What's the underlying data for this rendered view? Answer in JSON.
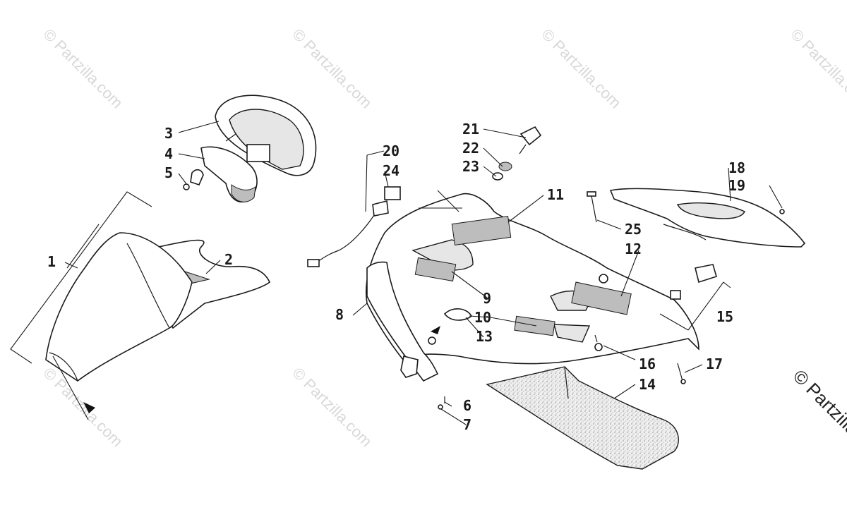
{
  "watermark": "© Partzilla.com",
  "callouts": [
    "1",
    "2",
    "3",
    "4",
    "5",
    "6",
    "7",
    "8",
    "9",
    "10",
    "11",
    "12",
    "13",
    "14",
    "15",
    "16",
    "17",
    "18",
    "19",
    "20",
    "21",
    "22",
    "23",
    "24",
    "25"
  ]
}
